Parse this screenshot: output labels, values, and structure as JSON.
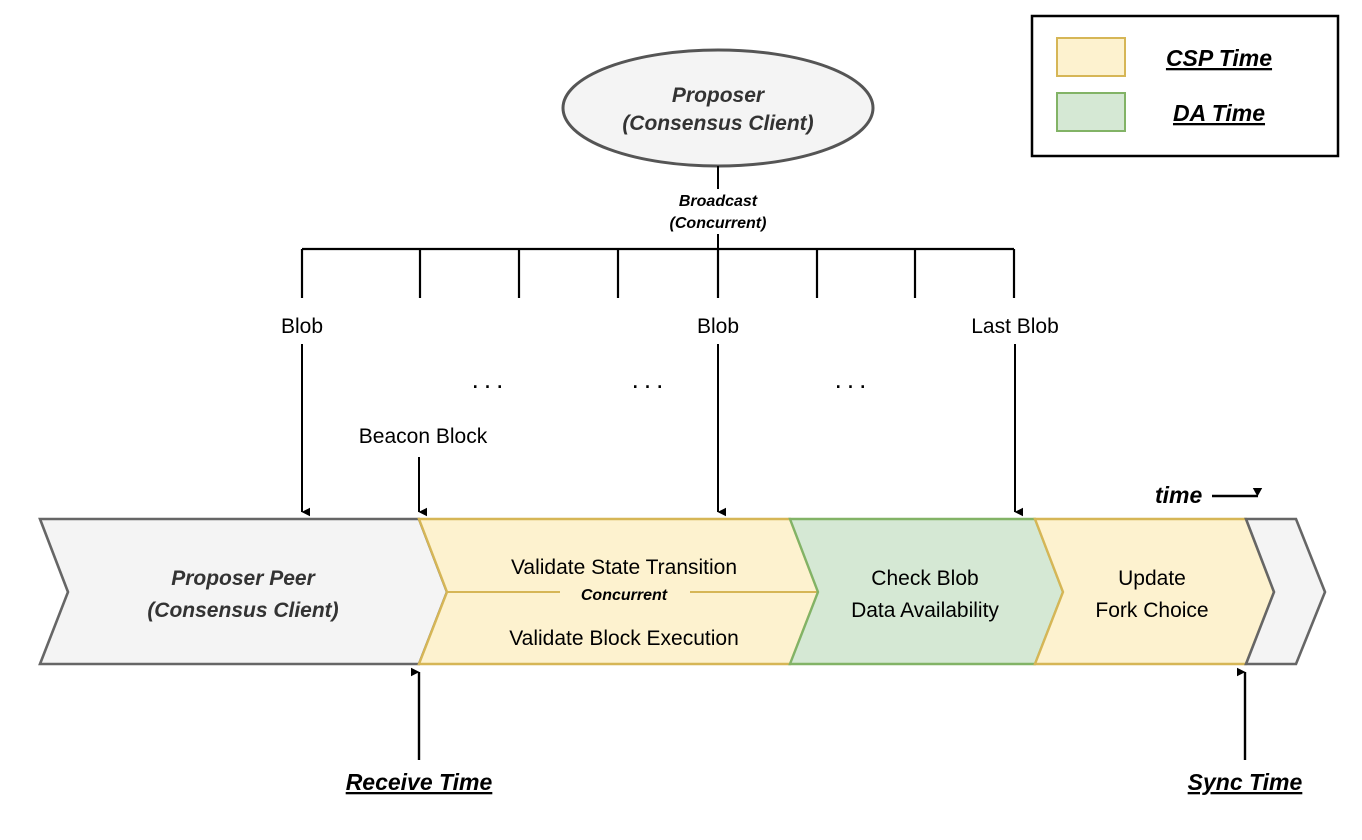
{
  "legend": {
    "items": [
      {
        "label": "CSP Time",
        "swatch_fill": "#FDF2CF",
        "swatch_stroke": "#D6B656"
      },
      {
        "label": "DA Time",
        "swatch_fill": "#D5E8D4",
        "swatch_stroke": "#82B366"
      }
    ]
  },
  "proposer": {
    "line1": "Proposer",
    "line2": "(Consensus Client)"
  },
  "broadcast": {
    "line1": "Broadcast",
    "line2": "(Concurrent)"
  },
  "blobs": {
    "first_label": "Blob",
    "middle_label": "Blob",
    "last_label": "Last Blob",
    "ellipsis": "...",
    "beacon_block_label": "Beacon Block"
  },
  "timeline": {
    "time_label": "time",
    "peer": {
      "line1": "Proposer Peer",
      "line2": "(Consensus Client)"
    },
    "csp_concurrent": {
      "top": "Validate State Transition",
      "divider": "Concurrent",
      "bottom": "Validate Block Execution"
    },
    "da": {
      "line1": "Check Blob",
      "line2": "Data Availability"
    },
    "fork_choice": {
      "line1": "Update",
      "line2": "Fork Choice"
    }
  },
  "markers": {
    "receive_time": "Receive Time",
    "sync_time": "Sync Time"
  },
  "colors": {
    "csp_fill": "#FDF2CF",
    "csp_stroke": "#D6B656",
    "da_fill": "#D5E8D4",
    "da_stroke": "#82B366",
    "neutral_fill": "#F4F4F4",
    "neutral_stroke": "#666666",
    "line": "#000000"
  }
}
